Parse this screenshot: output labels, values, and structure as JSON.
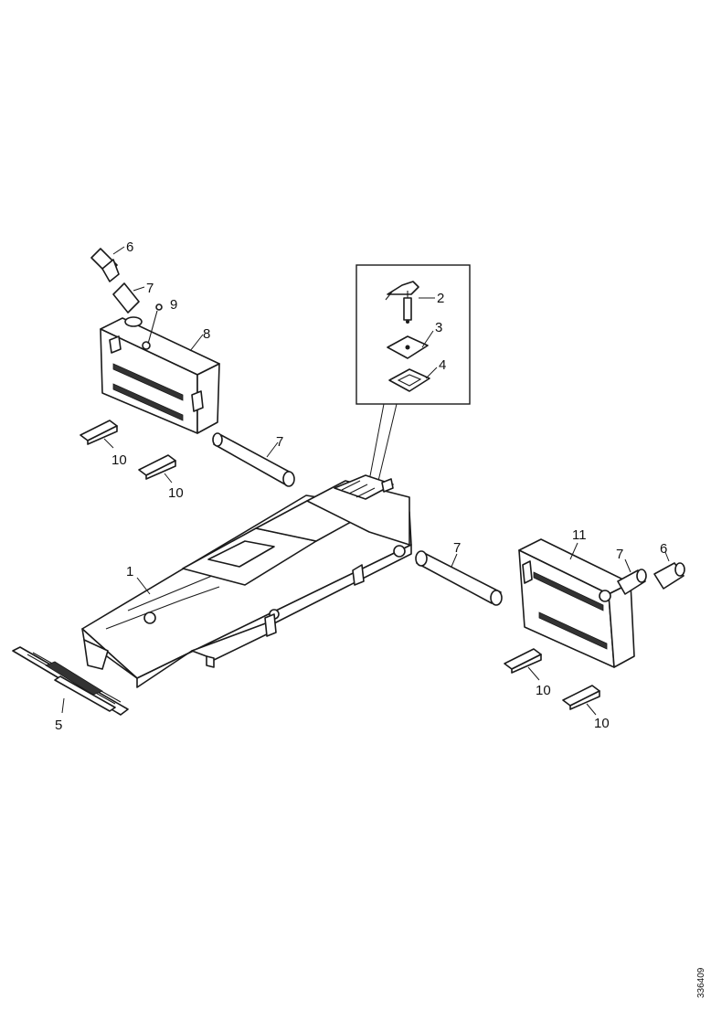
{
  "drawing_number": "336409",
  "callouts": {
    "c1": "1",
    "c2": "2",
    "c3": "3",
    "c4": "4",
    "c5": "5",
    "c6a": "6",
    "c6b": "6",
    "c7a": "7",
    "c7b": "7",
    "c7c": "7",
    "c7d": "7",
    "c8": "8",
    "c9": "9",
    "c10a": "10",
    "c10b": "10",
    "c10c": "10",
    "c10d": "10",
    "c11": "11"
  }
}
